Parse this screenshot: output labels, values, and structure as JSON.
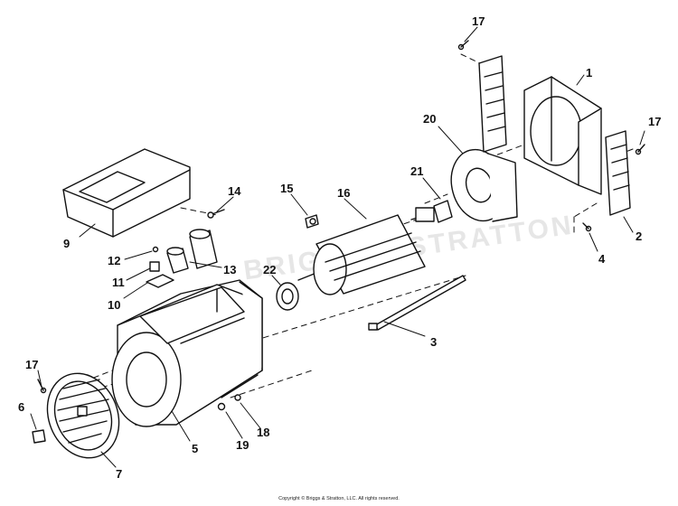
{
  "diagram": {
    "watermark": "BRIGGS & STRATTON",
    "copyright": "Copyright © Briggs & Stratton, LLC. All rights reserved.",
    "callouts": [
      "1",
      "2",
      "3",
      "4",
      "5",
      "6",
      "7",
      "9",
      "10",
      "11",
      "12",
      "13",
      "14",
      "15",
      "16",
      "17",
      "17",
      "17",
      "18",
      "19",
      "20",
      "21",
      "22"
    ]
  }
}
